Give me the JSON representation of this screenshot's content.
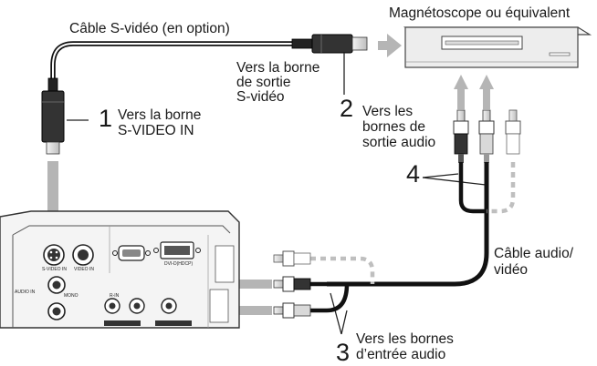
{
  "labels": {
    "svideo_cable": "Câble S-vidéo (en option)",
    "vcr": "Magnétoscope ou équivalent",
    "to_svideo_out_line1": "Vers la borne",
    "to_svideo_out_line2": "de sortie",
    "to_svideo_out_line3": "S-vidéo",
    "to_svideo_in_line1": "Vers la borne",
    "to_svideo_in_line2": "S-VIDEO IN",
    "to_audio_out_line1": "Vers les",
    "to_audio_out_line2": "bornes de",
    "to_audio_out_line3": "sortie audio",
    "av_cable_line1": "Câble audio/",
    "av_cable_line2": "vidéo",
    "to_audio_in_line1": "Vers les bornes",
    "to_audio_in_line2": "d’entrée audio"
  },
  "callouts": [
    "1",
    "2",
    "3",
    "4"
  ],
  "panel_labels": {
    "svideo_in": "S-VIDEO IN",
    "video_in": "VIDEO IN",
    "dvi": "DVI-D(HDCP)",
    "mono": "MONO",
    "audio_in": "AUDIO IN",
    "r_in": "R-IN"
  },
  "colors": {
    "arrow_gray": "#b5b5b5",
    "cable_black": "#111111",
    "device_fill": "#ededed",
    "dashed_gray": "#bfbfbf"
  }
}
